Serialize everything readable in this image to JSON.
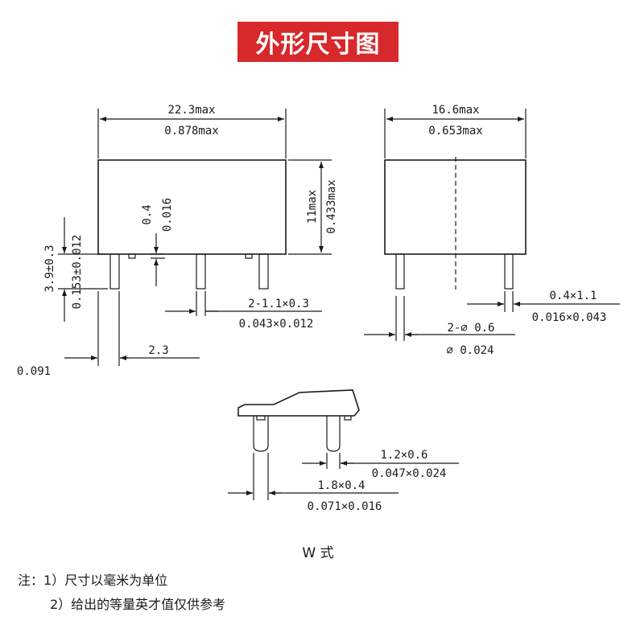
{
  "title": "外形尺寸图",
  "dims": {
    "width_mm": "22.3max",
    "width_in": "0.878max",
    "height_mm": "11max",
    "height_in": "0.433max",
    "gap_mm": "0.4",
    "gap_in": "0.016",
    "pin_len_mm": "3.9±0.3",
    "pin_len_in": "0.153±0.012",
    "pin_size_mm": "2-1.1×0.3",
    "pin_size_in": "0.043×0.012",
    "pitch_mm": "2.3",
    "pitch_in": "0.091",
    "depth_mm": "16.6max",
    "depth_in": "0.653max",
    "side_pin_mm": "0.4×1.1",
    "side_pin_in": "0.016×0.043",
    "round_pin_mm": "2-∅  0.6",
    "round_pin_in": "∅ 0.024",
    "w_pin1_mm": "1.2×0.6",
    "w_pin1_in": "0.047×0.024",
    "w_pin2_mm": "1.8×0.4",
    "w_pin2_in": "0.071×0.016"
  },
  "w_label": "W 式",
  "notes": {
    "prefix": "注：",
    "n1": "1）尺寸以毫米为单位",
    "n2": "2）给出的等量英才值仅供参考"
  }
}
